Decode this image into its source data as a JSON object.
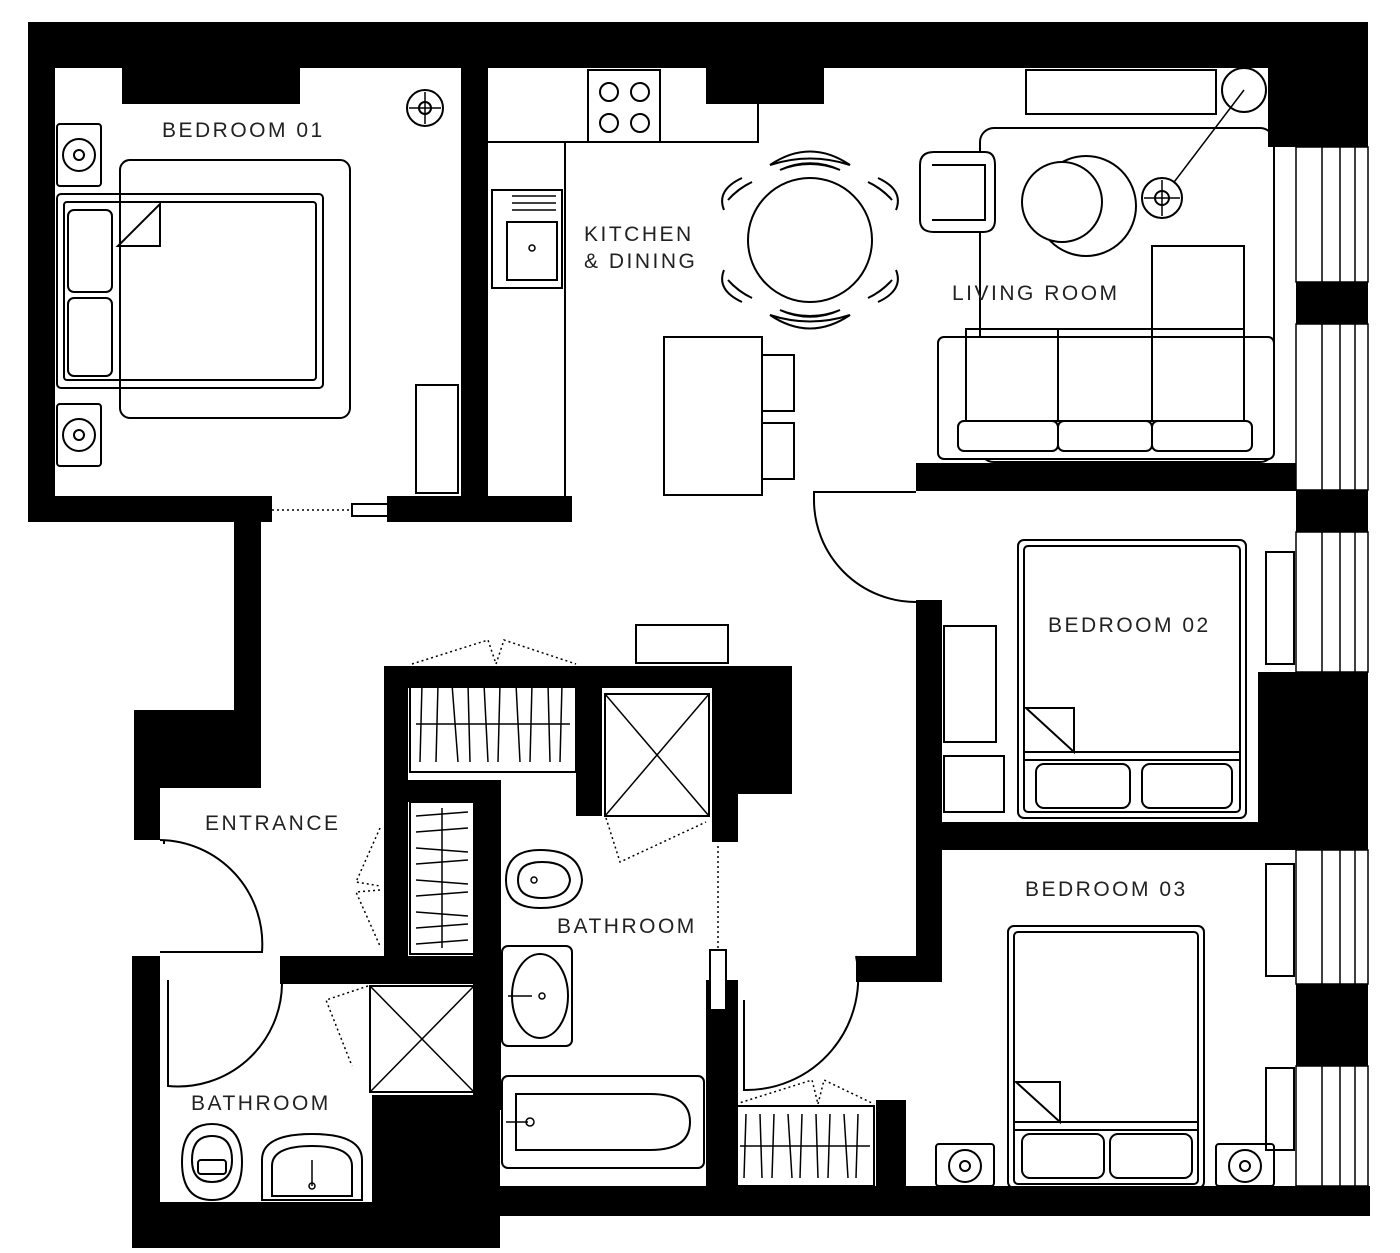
{
  "rooms": {
    "bedroom01": "BEDROOM 01",
    "kitchen_line1": "KITCHEN",
    "kitchen_line2": "& DINING",
    "living": "LIVING ROOM",
    "bedroom02": "BEDROOM 02",
    "bedroom03": "BEDROOM 03",
    "entrance": "ENTRANCE",
    "bathroom_main": "BATHROOM",
    "bathroom_small": "BATHROOM"
  },
  "colors": {
    "wall": "#000000",
    "background": "#ffffff",
    "text": "#222222"
  },
  "icons": [
    "downlight-icon",
    "hob-icon",
    "sink-icon",
    "bed-icon",
    "sofa-icon",
    "toilet-icon",
    "basin-icon",
    "bathtub-icon",
    "shower-icon",
    "wardrobe-icon",
    "door-swing-icon"
  ]
}
